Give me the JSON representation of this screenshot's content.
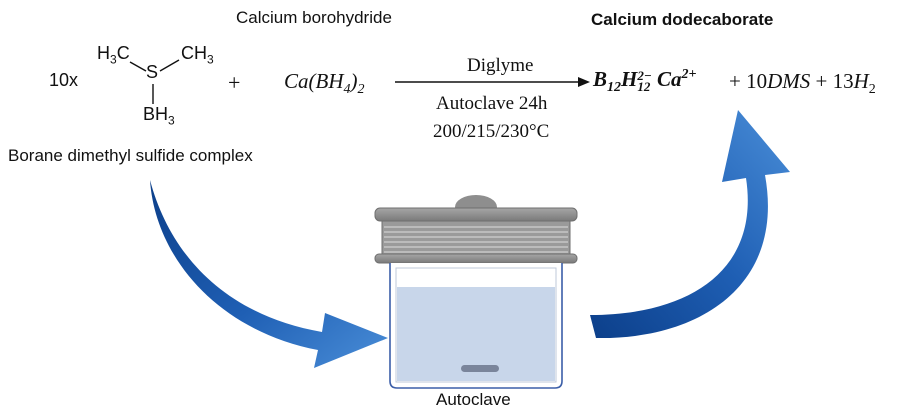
{
  "reaction": {
    "coefficient": "10x",
    "reactant1": {
      "name": "Borane dimethyl sulfide complex",
      "left_methyl": "H3C",
      "right_methyl": "CH3",
      "sulfur": "S",
      "borane": "BH3"
    },
    "plus": "+",
    "reactant2": {
      "name": "Calcium borohydride",
      "formula": "Ca(BH4)2"
    },
    "conditions": {
      "solvent": "Diglyme",
      "vessel_time": "Autoclave 24h",
      "temperatures": "200/215/230°C"
    },
    "product": {
      "name": "Calcium dodecaborate",
      "formula": "B12H12 2− Ca2+",
      "byproducts": "+ 10DMS + 13H2"
    }
  },
  "apparatus": {
    "label": "Autoclave"
  },
  "colors": {
    "arrow_blue": "#1f5fb4",
    "lid_gray": "#8c8c8c",
    "liquid": "#c8d6ea",
    "stir_bar": "#7a859b"
  }
}
